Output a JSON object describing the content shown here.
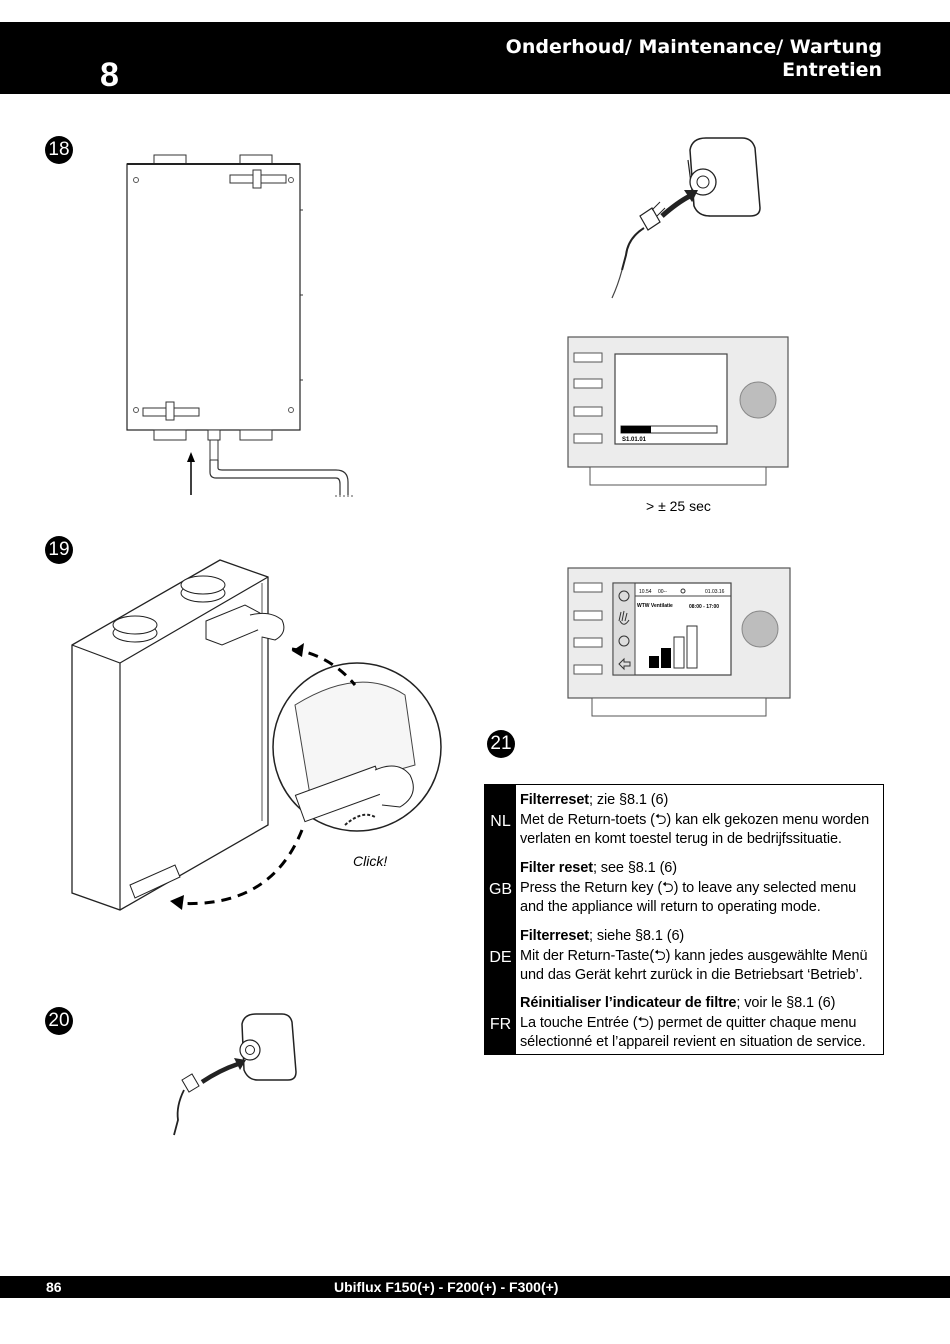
{
  "header": {
    "chapter": "8",
    "title_line1": "Onderhoud/ Maintenance/ Wartung",
    "title_line2": "Entretien"
  },
  "steps": {
    "s18": "18",
    "s19": "19",
    "s20": "20",
    "s21": "21"
  },
  "caption_delay": "> ± 25 sec",
  "click_label": "Click!",
  "display1": {
    "status_code": "S1.01.01"
  },
  "display2": {
    "time": "10.54",
    "dashes": "00--",
    "date": "01.03.16",
    "mode": "WTW Ventilatie",
    "schedule": "08:00 - 17:00"
  },
  "instructions": [
    {
      "lang": "NL",
      "title": "Filterreset",
      "ref": "; zie §8.1 (6)",
      "line1": "Met de Return-toets (⮌) kan elk gekozen menu worden",
      "line2": "verlaten en komt toestel terug in de bedrijfssituatie."
    },
    {
      "lang": "GB",
      "title": "Filter reset",
      "ref": "; see §8.1 (6)",
      "line1": "Press the Return key (⮌) to leave any selected menu",
      "line2": "and the appliance will return to operating mode."
    },
    {
      "lang": "DE",
      "title": "Filterreset",
      "ref": "; siehe §8.1 (6)",
      "line1": "Mit der Return-Taste(⮌) kann jedes ausgewählte Menü",
      "line2": "und das Gerät kehrt zurück in die Betriebsart ‘Betrieb’."
    },
    {
      "lang": "FR",
      "title": "Réinitialiser l’indicateur de filtre",
      "ref": "; voir le §8.1 (6)",
      "line1": "La touche Entrée (⮌) permet de quitter chaque menu",
      "line2": "sélectionné  et l’appareil revient en situation de service."
    }
  ],
  "footer": {
    "page_number": "86",
    "product": "Ubiflux F150(+) - F200(+) - F300(+)"
  },
  "colors": {
    "bar": "#000000",
    "page": "#ffffff",
    "panel": "#ececec",
    "knob": "#bdbdbd"
  }
}
